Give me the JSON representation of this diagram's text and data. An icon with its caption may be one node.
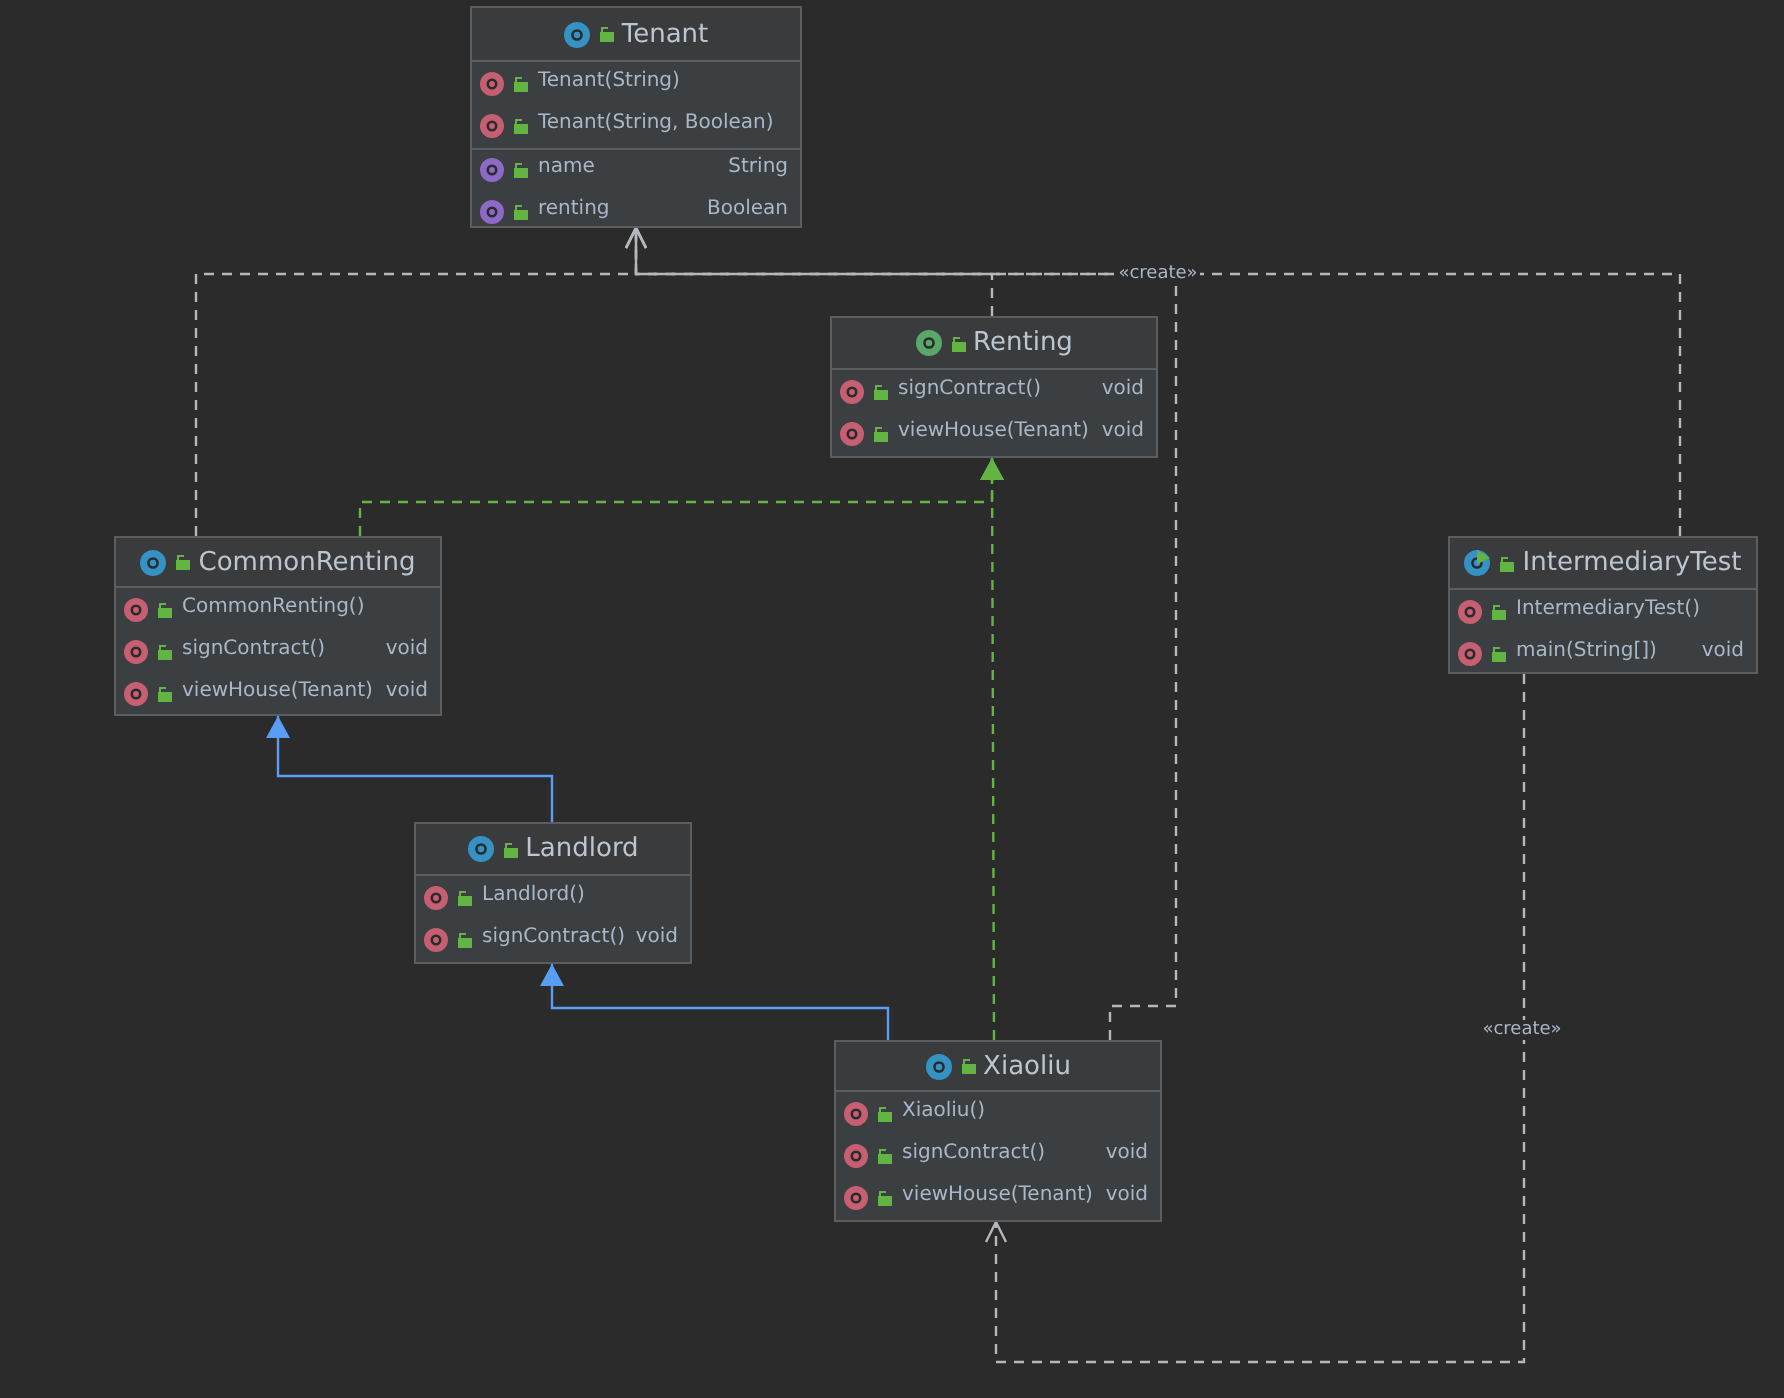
{
  "diagram": {
    "nodes": [
      {
        "text": [
          "Tenant",
          "Tenant(String)",
          "Tenant(String, Boolean)",
          "name",
          "String",
          "renting",
          "Boolean"
        ]
      },
      {
        "text": [
          "Renting",
          "signContract()",
          "void",
          "viewHouse(Tenant)",
          "void"
        ]
      },
      {
        "text": [
          "CommonRenting",
          "CommonRenting()",
          "signContract()",
          "void",
          "viewHouse(Tenant)",
          "void"
        ]
      },
      {
        "text": [
          "IntermediaryTest",
          "IntermediaryTest()",
          "main(String[])",
          "void"
        ]
      },
      {
        "text": [
          "Landlord",
          "Landlord()",
          "signContract()",
          "void"
        ]
      },
      {
        "text": [
          "Xiaoliu",
          "Xiaoliu()",
          "signContract()",
          "void",
          "viewHouse(Tenant)",
          "void"
        ]
      }
    ],
    "edges": [
      {
        "from": 2,
        "to": 0,
        "arrow": "to",
        "style": "dashed"
      },
      {
        "from": 1,
        "to": 0,
        "arrow": "to",
        "style": "dashed"
      },
      {
        "from": 5,
        "to": 0,
        "arrow": "to",
        "style": "dashed"
      },
      {
        "from": 3,
        "to": 0,
        "arrow": "to",
        "style": "dashed",
        "label": "«create»"
      },
      {
        "from": 2,
        "to": 1,
        "arrow": "to",
        "style": "dashed",
        "color": "#62b543"
      },
      {
        "from": 5,
        "to": 1,
        "arrow": "to",
        "style": "dashed",
        "color": "#62b543"
      },
      {
        "from": 4,
        "to": 2,
        "arrow": "to",
        "color": "#589df6"
      },
      {
        "from": 5,
        "to": 4,
        "arrow": "to",
        "color": "#589df6"
      },
      {
        "from": 3,
        "to": 5,
        "arrow": "to",
        "style": "dashed",
        "label": "«create»"
      }
    ]
  }
}
